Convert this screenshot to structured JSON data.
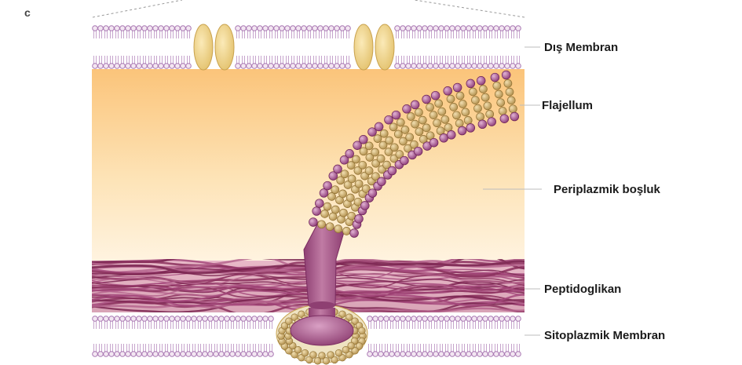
{
  "panel_letter": "c",
  "labels": {
    "outer_membrane": "Dış Membran",
    "flagellum": "Flajellum",
    "periplasmic_space": "Periplazmik boşluk",
    "peptidoglycan": "Peptidoglikan",
    "cytoplasmic_membrane": "Sitoplazmik Membran"
  },
  "colors": {
    "periplasm_top": "#fbc77f",
    "periplasm_bottom": "#fff3dc",
    "membrane_bead": "#b988c0",
    "membrane_tail": "#c7a6cc",
    "porin": "#f0d58a",
    "flagellin_purple": "#9c4a84",
    "flagellin_tan": "#c2a15c",
    "hook": "#a05a86",
    "peptidoglycan": "#8a2f5c"
  }
}
